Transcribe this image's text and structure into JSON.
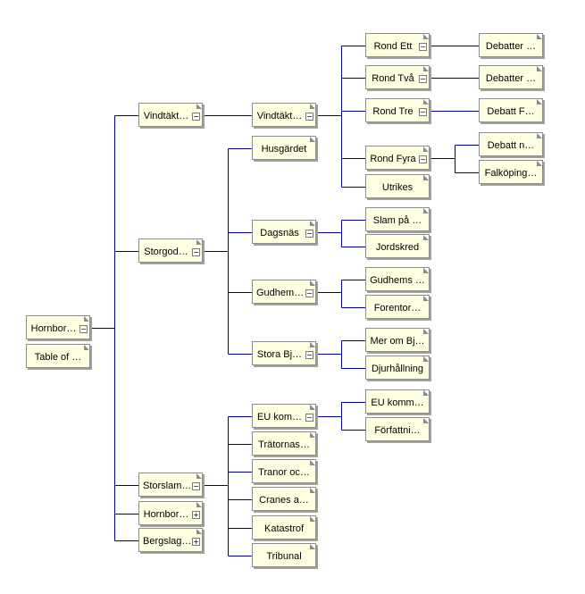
{
  "line_color": "#000080",
  "node_fill": "#ffffe1",
  "nodes": [
    {
      "id": "n1",
      "label": "Hornbor…",
      "expander": "minus"
    },
    {
      "id": "n2",
      "label": "Table of …",
      "expander": "none"
    },
    {
      "id": "n3",
      "label": "Vindtäkt…",
      "expander": "minus"
    },
    {
      "id": "n4",
      "label": "Storgod…",
      "expander": "minus"
    },
    {
      "id": "n5",
      "label": "Storslam…",
      "expander": "minus"
    },
    {
      "id": "n6",
      "label": "Hornbor…",
      "expander": "plus"
    },
    {
      "id": "n7",
      "label": "Bergslag…",
      "expander": "plus"
    },
    {
      "id": "n8",
      "label": "Vindtäkt…",
      "expander": "minus"
    },
    {
      "id": "n9",
      "label": "Rond Ett",
      "expander": "minus"
    },
    {
      "id": "n10",
      "label": "Rond Två",
      "expander": "minus"
    },
    {
      "id": "n11",
      "label": "Rond Tre",
      "expander": "minus"
    },
    {
      "id": "n12",
      "label": "Rond Fyra",
      "expander": "minus"
    },
    {
      "id": "n13",
      "label": "Utrikes",
      "expander": "none"
    },
    {
      "id": "n14",
      "label": "Debatter …",
      "expander": "none"
    },
    {
      "id": "n15",
      "label": "Debatter …",
      "expander": "none"
    },
    {
      "id": "n16",
      "label": "Debatt F…",
      "expander": "none"
    },
    {
      "id": "n17",
      "label": "Debatt n…",
      "expander": "none"
    },
    {
      "id": "n18",
      "label": "Falköping…",
      "expander": "none"
    },
    {
      "id": "n19",
      "label": "Husgärdet",
      "expander": "none"
    },
    {
      "id": "n20",
      "label": "Dagsnäs",
      "expander": "minus"
    },
    {
      "id": "n21",
      "label": "Gudhem…",
      "expander": "minus"
    },
    {
      "id": "n22",
      "label": "Stora Bj…",
      "expander": "minus"
    },
    {
      "id": "n23",
      "label": "Slam på …",
      "expander": "none"
    },
    {
      "id": "n24",
      "label": "Jordskred",
      "expander": "none"
    },
    {
      "id": "n25",
      "label": "Gudhems …",
      "expander": "none"
    },
    {
      "id": "n26",
      "label": "Forentor…",
      "expander": "none"
    },
    {
      "id": "n27",
      "label": "Mer om Bj…",
      "expander": "none"
    },
    {
      "id": "n28",
      "label": "Djurhållning",
      "expander": "none"
    },
    {
      "id": "n29",
      "label": "EU kom…",
      "expander": "minus"
    },
    {
      "id": "n30",
      "label": "Trätornas…",
      "expander": "none"
    },
    {
      "id": "n31",
      "label": "Tranor oc…",
      "expander": "none"
    },
    {
      "id": "n32",
      "label": "Cranes a…",
      "expander": "none"
    },
    {
      "id": "n33",
      "label": "Katastrof",
      "expander": "none"
    },
    {
      "id": "n34",
      "label": "Tribunal",
      "expander": "none"
    },
    {
      "id": "n35",
      "label": "EU komm…",
      "expander": "none"
    },
    {
      "id": "n36",
      "label": "Författni…",
      "expander": "none"
    }
  ]
}
